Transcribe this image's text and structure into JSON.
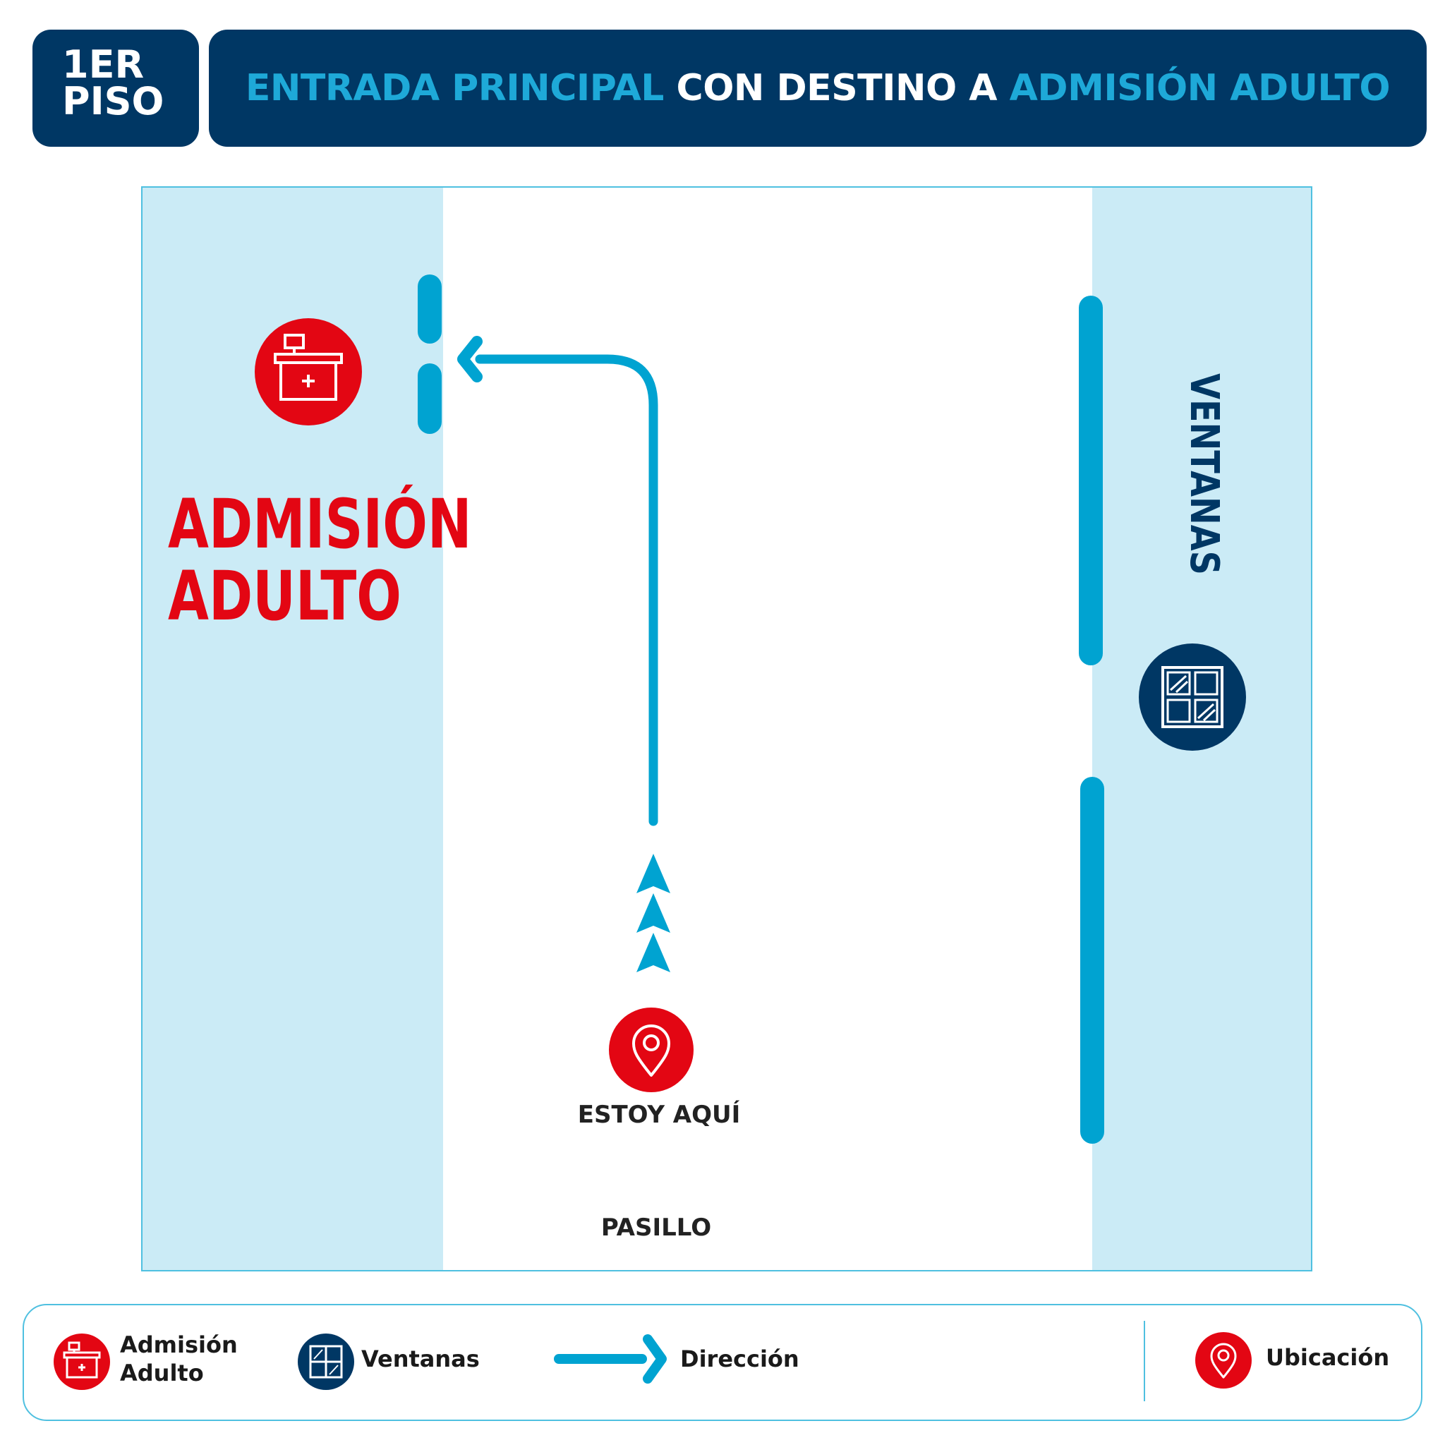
{
  "header": {
    "floor_line1": "1ER",
    "floor_line2": "PISO",
    "title_part1": "ENTRADA PRINCIPAL",
    "title_part2": "CON DESTINO A",
    "title_part3": "ADMISIÓN ADULTO"
  },
  "map": {
    "destination_line1": "ADMISIÓN",
    "destination_line2": "ADULTO",
    "windows_label": "VENTANAS",
    "you_are_here": "ESTOY AQUÍ",
    "corridor_label": "PASILLO"
  },
  "legend": {
    "admision_line1": "Admisión",
    "admision_line2": "Adulto",
    "ventanas": "Ventanas",
    "direccion": "Dirección",
    "ubicacion": "Ubicación"
  },
  "colors": {
    "navy": "#003764",
    "light_blue": "#1ea9d8",
    "path_blue": "#00a3d1",
    "zone_blue": "#cbebf6",
    "red": "#e30613"
  },
  "icons": {
    "admision": "reception-desk-medical-icon",
    "ventanas": "window-icon",
    "ubicacion": "location-pin-icon",
    "direccion": "arrow-right-icon"
  }
}
